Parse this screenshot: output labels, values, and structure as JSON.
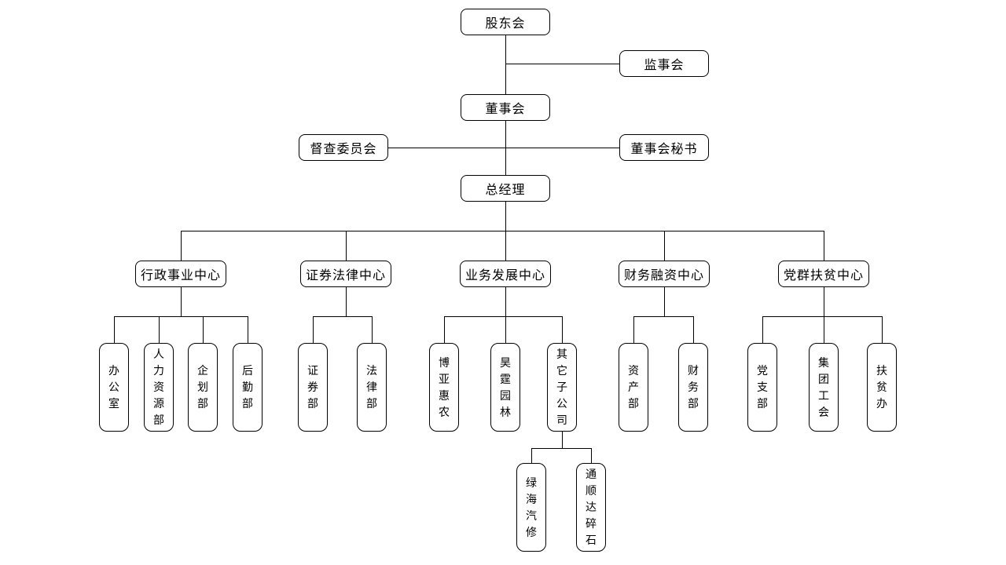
{
  "diagram": {
    "type": "org-chart",
    "colors": {
      "background": "#ffffff",
      "box_fill": "#ffffff",
      "box_border": "#000000",
      "line": "#000000",
      "text": "#000000"
    },
    "nodes": {
      "shareholders_meeting": "股东会",
      "supervisory_board": "监事会",
      "board_of_directors": "董事会",
      "supervision_committee": "督查委员会",
      "board_secretary": "董事会秘书",
      "general_manager": "总经理",
      "admin_affairs_center": "行政事业中心",
      "securities_legal_center": "证券法律中心",
      "business_dev_center": "业务发展中心",
      "finance_financing_center": "财务融资中心",
      "party_poverty_center": "党群扶贫中心",
      "office": "办公室",
      "hr_dept": "人力资源部",
      "planning_dept": "企划部",
      "logistics_dept": "后勤部",
      "securities_dept": "证券部",
      "legal_dept": "法律部",
      "boya_huinong": "博亚惠农",
      "haoting_landscape": "昊霆园林",
      "other_subsidiaries": "其它子公司",
      "asset_dept": "资产部",
      "finance_dept": "财务部",
      "party_branch": "党支部",
      "group_labor_union": "集团工会",
      "poverty_alleviation_office": "扶贫办",
      "lvhai_auto_repair": "绿海汽修",
      "tongshunda_gravel": "通顺达碎石"
    },
    "hierarchy": {
      "股东会": [
        "监事会",
        "董事会"
      ],
      "董事会": [
        "督查委员会",
        "董事会秘书",
        "总经理"
      ],
      "总经理": [
        "行政事业中心",
        "证券法律中心",
        "业务发展中心",
        "财务融资中心",
        "党群扶贫中心"
      ],
      "行政事业中心": [
        "办公室",
        "人力资源部",
        "企划部",
        "后勤部"
      ],
      "证券法律中心": [
        "证券部",
        "法律部"
      ],
      "业务发展中心": [
        "博亚惠农",
        "昊霆园林",
        "其它子公司"
      ],
      "财务融资中心": [
        "资产部",
        "财务部"
      ],
      "党群扶贫中心": [
        "党支部",
        "集团工会",
        "扶贫办"
      ],
      "其它子公司": [
        "绿海汽修",
        "通顺达碎石"
      ]
    }
  }
}
